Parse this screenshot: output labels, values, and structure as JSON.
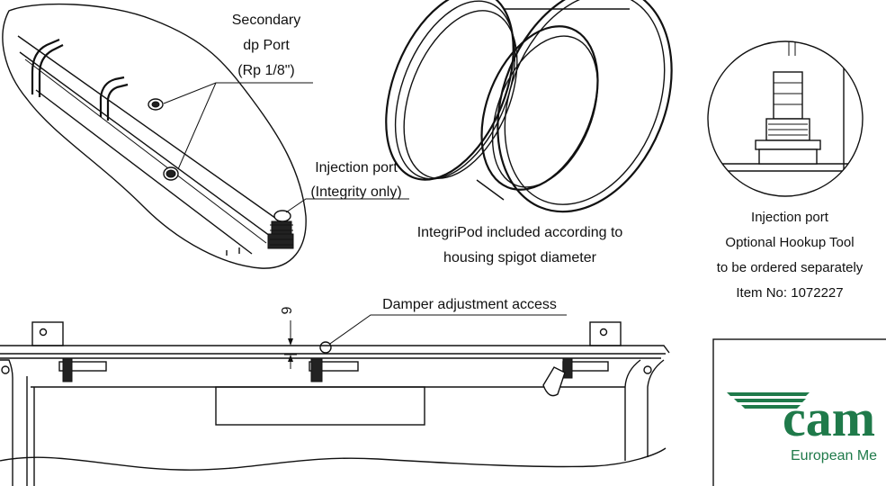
{
  "labels": {
    "secondary_port": [
      "Secondary",
      "dp Port",
      "(Rp 1/8\")"
    ],
    "injection_port": [
      "Injection port",
      "(Integrity only)"
    ],
    "integripod": [
      "IntegriPod included according to",
      "housing spigot diameter"
    ],
    "hookup": [
      "Injection port",
      "Optional Hookup Tool",
      "to be ordered separately",
      "Item No: 1072227"
    ],
    "damper": "Damper adjustment access",
    "dimension": "6"
  },
  "logo": {
    "text": "cam",
    "subtitle": "European Me",
    "color": "#1f7a4a"
  }
}
